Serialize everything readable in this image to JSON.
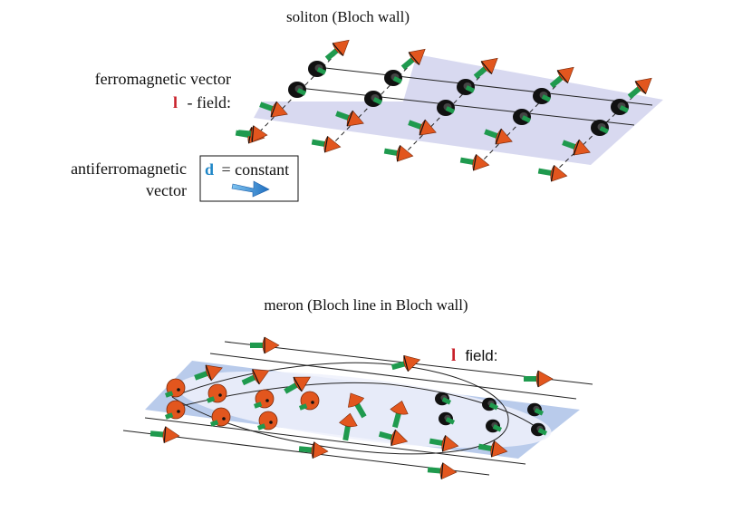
{
  "soliton": {
    "title": "soliton (Bloch wall)",
    "ferro_label": "ferromagnetic vector",
    "field_symbol": "l",
    "field_suffix": "- field:",
    "antiferro_line1": "antiferromagnetic",
    "antiferro_line2": "vector",
    "d_symbol": "d",
    "d_suffix": "= constant"
  },
  "meron": {
    "title": "meron (Bloch line in Bloch wall)",
    "field_symbol": "l",
    "field_suffix": "field:"
  },
  "colors": {
    "plane_top": "#d8d9f0",
    "plane_bottom": "#b9cbeb",
    "ellipse_fill": "#eef1fb",
    "cone": "#e2561e",
    "rod": "#1f9a4e",
    "dark": "#111111",
    "field_red": "#c8202a",
    "d_blue": "#1f86c7",
    "d_arrow": "#2b7fcf"
  }
}
